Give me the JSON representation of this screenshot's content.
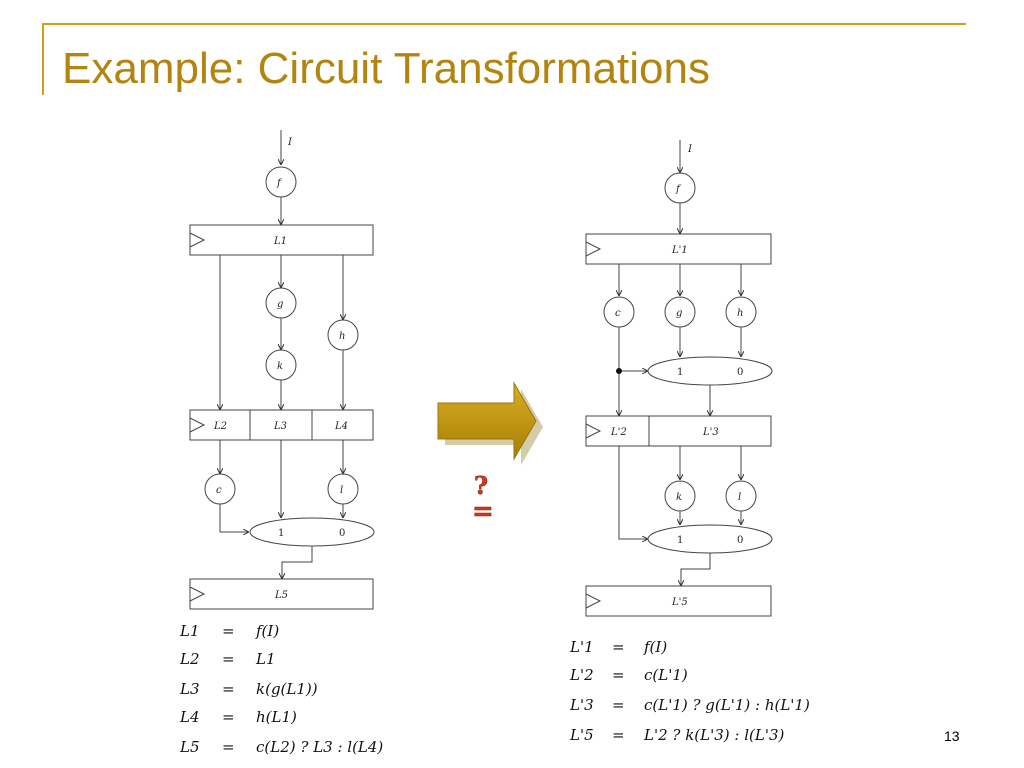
{
  "title": "Example: Circuit Transformations",
  "page_number": "13",
  "accent_color": "#C9A21A",
  "title_color": "#B3840F",
  "arrow_color": "#C49A0C",
  "question_color": "#D23A1E",
  "left_circuit": {
    "input": "I",
    "f": "f",
    "g": "g",
    "k": "k",
    "h": "h",
    "c": "c",
    "l": "l",
    "L1": "L1",
    "L2": "L2",
    "L3": "L3",
    "L4": "L4",
    "L5": "L5",
    "mux_1": "1",
    "mux_0": "0"
  },
  "right_circuit": {
    "input": "I",
    "f": "f",
    "c": "c",
    "g": "g",
    "h": "h",
    "k": "k",
    "l": "l",
    "L1": "L'1",
    "L2": "L'2",
    "L3": "L'3",
    "L5": "L'5",
    "mux1_1": "1",
    "mux1_0": "0",
    "mux2_1": "1",
    "mux2_0": "0"
  },
  "equivalence_question": "?",
  "equivalence_sign": "=",
  "left_equations": [
    {
      "lhs": "L1",
      "rhs": "f(I)"
    },
    {
      "lhs": "L2",
      "rhs": "L1"
    },
    {
      "lhs": "L3",
      "rhs": "k(g(L1))"
    },
    {
      "lhs": "L4",
      "rhs": "h(L1)"
    },
    {
      "lhs": "L5",
      "rhs": "c(L2) ? L3 : l(L4)"
    }
  ],
  "right_equations": [
    {
      "lhs": "L'1",
      "rhs": "f(I)"
    },
    {
      "lhs": "L'2",
      "rhs": "c(L'1)"
    },
    {
      "lhs": "L'3",
      "rhs": "c(L'1) ? g(L'1) : h(L'1)"
    },
    {
      "lhs": "L'5",
      "rhs": "L'2 ? k(L'3) : l(L'3)"
    }
  ]
}
